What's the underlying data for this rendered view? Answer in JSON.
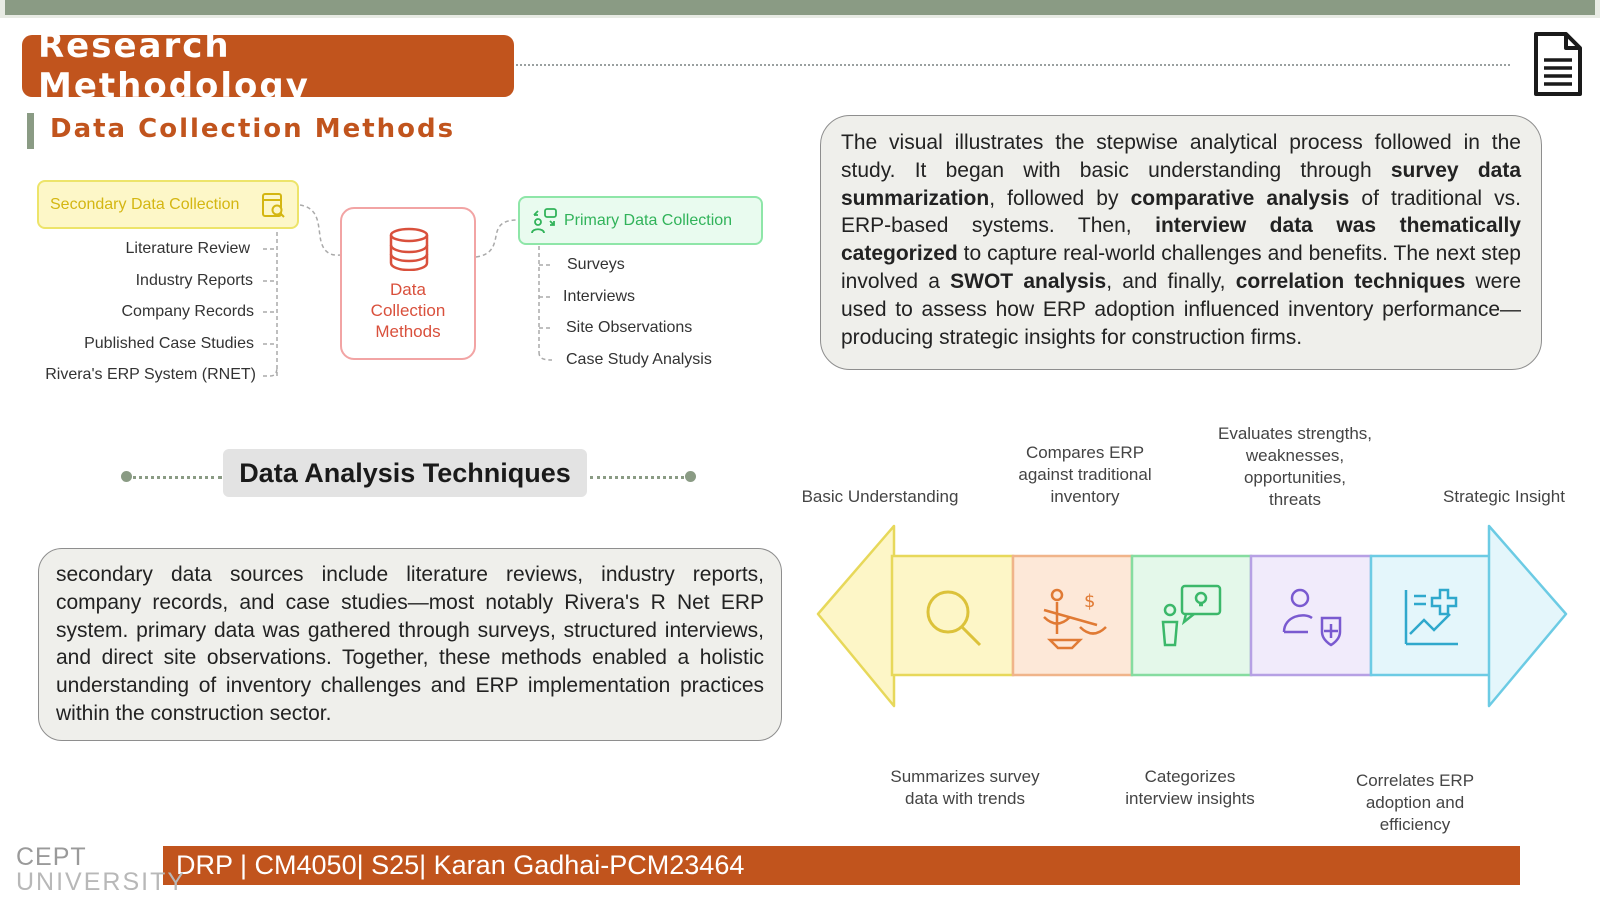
{
  "header": {
    "title": "Research Methodology",
    "subtitle": "Data Collection Methods"
  },
  "collection": {
    "secondary_label": "Secondary Data Collection",
    "secondary_items": [
      "Literature Review",
      "Industry Reports",
      "Company Records",
      "Published Case Studies",
      "Rivera's ERP System (RNET)"
    ],
    "center_label": "Data\nCollection\nMethods",
    "primary_label": "Primary Data Collection",
    "primary_items": [
      "Surveys",
      "Interviews",
      "Site Observations",
      "Case Study Analysis"
    ]
  },
  "description": {
    "segments": [
      {
        "text": "The visual illustrates the stepwise analytical process followed in the study. It began with basic understanding through ",
        "bold": false
      },
      {
        "text": "survey data summarization",
        "bold": true
      },
      {
        "text": ", followed by ",
        "bold": false
      },
      {
        "text": "comparative analysis",
        "bold": true
      },
      {
        "text": " of traditional vs. ERP-based systems. Then, ",
        "bold": false
      },
      {
        "text": "interview data was thematically categorized",
        "bold": true
      },
      {
        "text": " to capture real-world challenges and benefits. The next step involved a ",
        "bold": false
      },
      {
        "text": "SWOT analysis",
        "bold": true
      },
      {
        "text": ", and finally, ",
        "bold": false
      },
      {
        "text": "correlation techniques",
        "bold": true
      },
      {
        "text": " were used to assess how ERP adoption influenced inventory performance—producing strategic insights for construction firms.",
        "bold": false
      }
    ]
  },
  "analysis": {
    "heading": "Data Analysis Techniques",
    "summary": "secondary data sources include literature reviews, industry reports, company records, and case studies—most notably Rivera's R Net ERP system. primary data was gathered through surveys, structured interviews, and direct site observations. Together, these methods enabled a holistic understanding of inventory challenges and ERP implementation practices within the construction sector."
  },
  "flow": {
    "start_label": "Basic Understanding",
    "end_label": "Strategic Insight",
    "top_labels": [
      "Compares ERP\nagainst traditional\ninventory",
      "Evaluates strengths,\nweaknesses,\nopportunities,\nthreats"
    ],
    "bottom_labels": [
      "Summarizes survey\ndata with trends",
      "Categorizes\ninterview insights",
      "Correlates ERP\nadoption and\nefficiency"
    ],
    "colors": {
      "yellow_fill": "#fdf6c7",
      "yellow_stroke": "#e7d85a",
      "orange_fill": "#fde8d8",
      "orange_stroke": "#f0b48a",
      "green_fill": "#e4f8ea",
      "green_stroke": "#86dca0",
      "purple_fill": "#f1ebfb",
      "purple_stroke": "#b6a0e4",
      "blue_fill": "#e4f6fb",
      "blue_stroke": "#6ccbe4"
    },
    "icons": [
      "magnifier-icon",
      "scales-icon",
      "idea-person-icon",
      "user-shield-icon",
      "chart-plus-icon"
    ]
  },
  "footer": {
    "text": "DRP | CM4050| S25| Karan Gadhai-PCM23464",
    "logo_line1": "CEPT",
    "logo_line2": "UNIVERSITY"
  },
  "colors": {
    "brand": "#c1541d",
    "accent": "#8a9b84"
  }
}
